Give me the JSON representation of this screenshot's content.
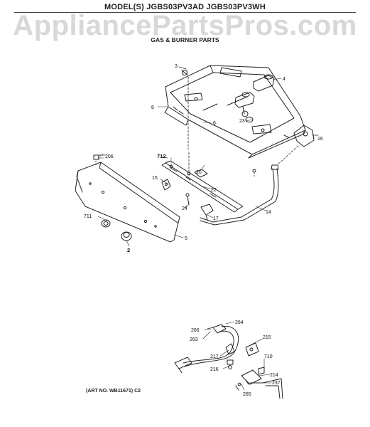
{
  "header": {
    "model_line": "MODEL(S) JGBS03PV3AD  JGBS03PV3WH",
    "watermark": "AppliancePartsPros.com",
    "section_title": "GAS & BURNER PARTS"
  },
  "footer": {
    "art_number": "(ART NO. WB11671) C2"
  },
  "callouts": {
    "c3": "3",
    "c4": "4",
    "c8": "8",
    "c6": "6",
    "c23": "23",
    "c16": "16",
    "c206": "206",
    "c712": "712",
    "c20": "20",
    "c15": "15",
    "c22": "22",
    "c24": "24",
    "c17": "17",
    "c14": "14",
    "c711": "711",
    "c5": "5",
    "c2": "2",
    "c264": "264",
    "c266": "266",
    "c263": "263",
    "c215": "215",
    "c217": "217",
    "c216": "216",
    "c710": "710",
    "c214": "214",
    "c237": "237",
    "c265": "265"
  }
}
